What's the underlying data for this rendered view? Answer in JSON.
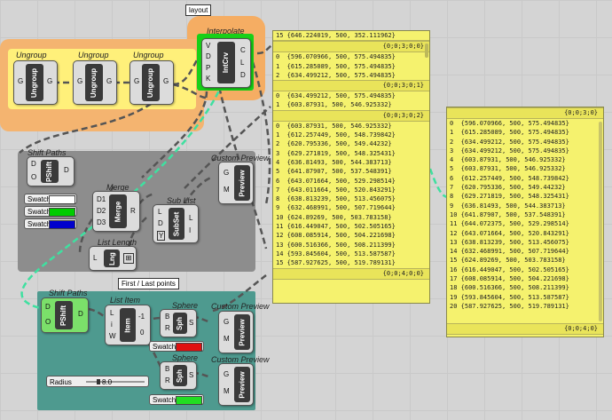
{
  "groups": {
    "layout_label": "layout",
    "first_last_label": "First / Last points"
  },
  "components": {
    "ungroup_title": "Ungroup",
    "ungroup_core": "Ungroup",
    "ungroup_in": "G",
    "ungroup_out": "G",
    "interpolate_title": "Interpolate",
    "interpolate_core": "IntCrv",
    "interpolate_inputs": [
      "V",
      "D",
      "P",
      "K"
    ],
    "interpolate_outputs": [
      "C",
      "L",
      "D"
    ],
    "shiftpaths_title": "Shift Paths",
    "shiftpaths_core": "PShift",
    "shiftpaths_inputs": [
      "D",
      "O"
    ],
    "shiftpaths_output": "D",
    "merge_title": "Merge",
    "merge_core": "Merge",
    "merge_inputs": [
      "D1",
      "D2",
      "D3"
    ],
    "merge_output": "R",
    "sublist_title": "Sub List",
    "sublist_core": "SubSet",
    "sublist_inputs": [
      "L",
      "D",
      "Y"
    ],
    "sublist_outputs": [
      "L",
      "I"
    ],
    "listlength_title": "List Length",
    "listlength_core": "Lng",
    "listlength_in": "L",
    "custompreview_title": "Custom Preview",
    "custompreview_core": "Preview",
    "custompreview_inputs": [
      "G",
      "M"
    ],
    "listitem_title": "List Item",
    "listitem_core": "Item",
    "listitem_inputs": [
      "L",
      "i",
      "W"
    ],
    "listitem_outputs": [
      "-1",
      "0"
    ],
    "sphere_title": "Sphere",
    "sphere_core": "Sph",
    "sphere_inputs": [
      "B",
      "R"
    ],
    "sphere_output": "S"
  },
  "swatches": [
    {
      "label": "Swatch",
      "color": "#ffffff"
    },
    {
      "label": "Swatch",
      "color": "#00cc00"
    },
    {
      "label": "Swatch",
      "color": "#0000cc"
    }
  ],
  "swatch_red": {
    "label": "Swatch",
    "color": "#e01010"
  },
  "swatch_green": {
    "label": "Swatch",
    "color": "#22dd22"
  },
  "slider": {
    "label": "Radius",
    "value": "8.0",
    "fraction": 0.2
  },
  "panel1": {
    "top_row": "15 {646.224019, 500, 352.111962}",
    "rows": [
      {
        "path": "{0;0;3;0;0}"
      },
      {
        "text": "0  {596.070966, 500, 575.494835}"
      },
      {
        "text": "1  {615.285089, 500, 575.494835}"
      },
      {
        "text": "2  {634.499212, 500, 575.494835}"
      },
      {
        "path": "{0;0;3;0;1}"
      },
      {
        "text": "0  {634.499212, 500, 575.494835}"
      },
      {
        "text": "1  {603.87931, 500, 546.925332}"
      },
      {
        "path": "{0;0;3;0;2}"
      },
      {
        "text": "0  {603.87931, 500, 546.925332}"
      },
      {
        "text": "1  {612.257449, 500, 548.739842}"
      },
      {
        "text": "2  {620.795336, 500, 549.44232}"
      },
      {
        "text": "3  {629.271819, 500, 548.325431}"
      },
      {
        "text": "4  {636.81493, 500, 544.383713}"
      },
      {
        "text": "5  {641.87907, 500, 537.548391}"
      },
      {
        "text": "6  {643.071664, 500, 529.298514}"
      },
      {
        "text": "7  {643.011664, 500, 520.843291}"
      },
      {
        "text": "8  {638.813239, 500, 513.456075}"
      },
      {
        "text": "9  {632.468991, 500, 507.719644}"
      },
      {
        "text": "10 {624.89269, 500, 503.783158}"
      },
      {
        "text": "11 {616.449047, 500, 502.505165}"
      },
      {
        "text": "12 {608.085914, 500, 504.221698}"
      },
      {
        "text": "13 {600.516366, 500, 508.211399}"
      },
      {
        "text": "14 {593.845604, 500, 513.587587}"
      },
      {
        "text": "15 {587.927625, 500, 519.789131}"
      },
      {
        "path": "{0;0;4;0;0}"
      }
    ],
    "bottom_row": "{0;0;4;0;0}"
  },
  "panel2": {
    "header": "{0;0;3;0}",
    "rows": [
      "0  {596.070966, 500, 575.494835}",
      "1  {615.285089, 500, 575.494835}",
      "2  {634.499212, 500, 575.494835}",
      "3  {634.499212, 500, 575.494835}",
      "4  {603.87931, 500, 546.925332}",
      "5  {603.87931, 500, 546.925332}",
      "6  {612.257449, 500, 548.739842}",
      "7  {620.795336, 500, 549.44232}",
      "8  {629.271819, 500, 548.325431}",
      "9  {636.81493, 500, 544.383713}",
      "10 {641.87907, 500, 537.548391}",
      "11 {644.072375, 500, 529.298514}",
      "12 {643.071664, 500, 520.843291}",
      "13 {638.813239, 500, 513.456075}",
      "14 {632.468991, 500, 507.719644}",
      "15 {624.89269, 500, 503.783158}",
      "16 {616.449047, 500, 502.505165}",
      "17 {608.085914, 500, 504.221698}",
      "18 {600.516366, 500, 508.211399}",
      "19 {593.845604, 500, 513.587587}",
      "20 {587.927625, 500, 519.789131}"
    ],
    "footer": "{0;0;4;0}"
  },
  "colors": {
    "group_yellow": "#ffe680",
    "group_orange": "#f7b36e",
    "group_gray": "#8f8f8f",
    "group_teal": "#4f9a90",
    "panel_yellow": "#f5f26e",
    "wire_selected": "#3fe0a0"
  }
}
